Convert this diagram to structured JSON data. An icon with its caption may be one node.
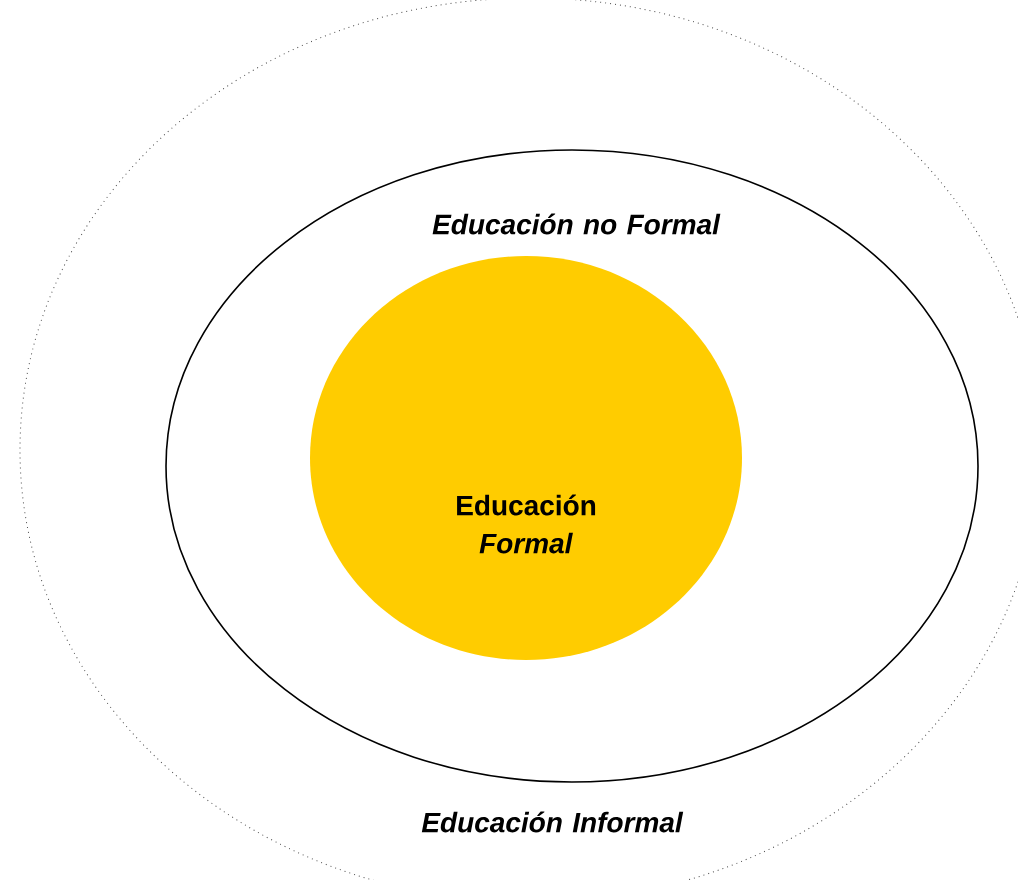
{
  "diagram": {
    "nodes": [
      {
        "text": [
          "Educación Informal"
        ]
      },
      {
        "text": [
          "Educación no Formal"
        ],
        "in": 0
      },
      {
        "text": [
          "Educación *Formal*"
        ],
        "in": 1
      }
    ]
  }
}
